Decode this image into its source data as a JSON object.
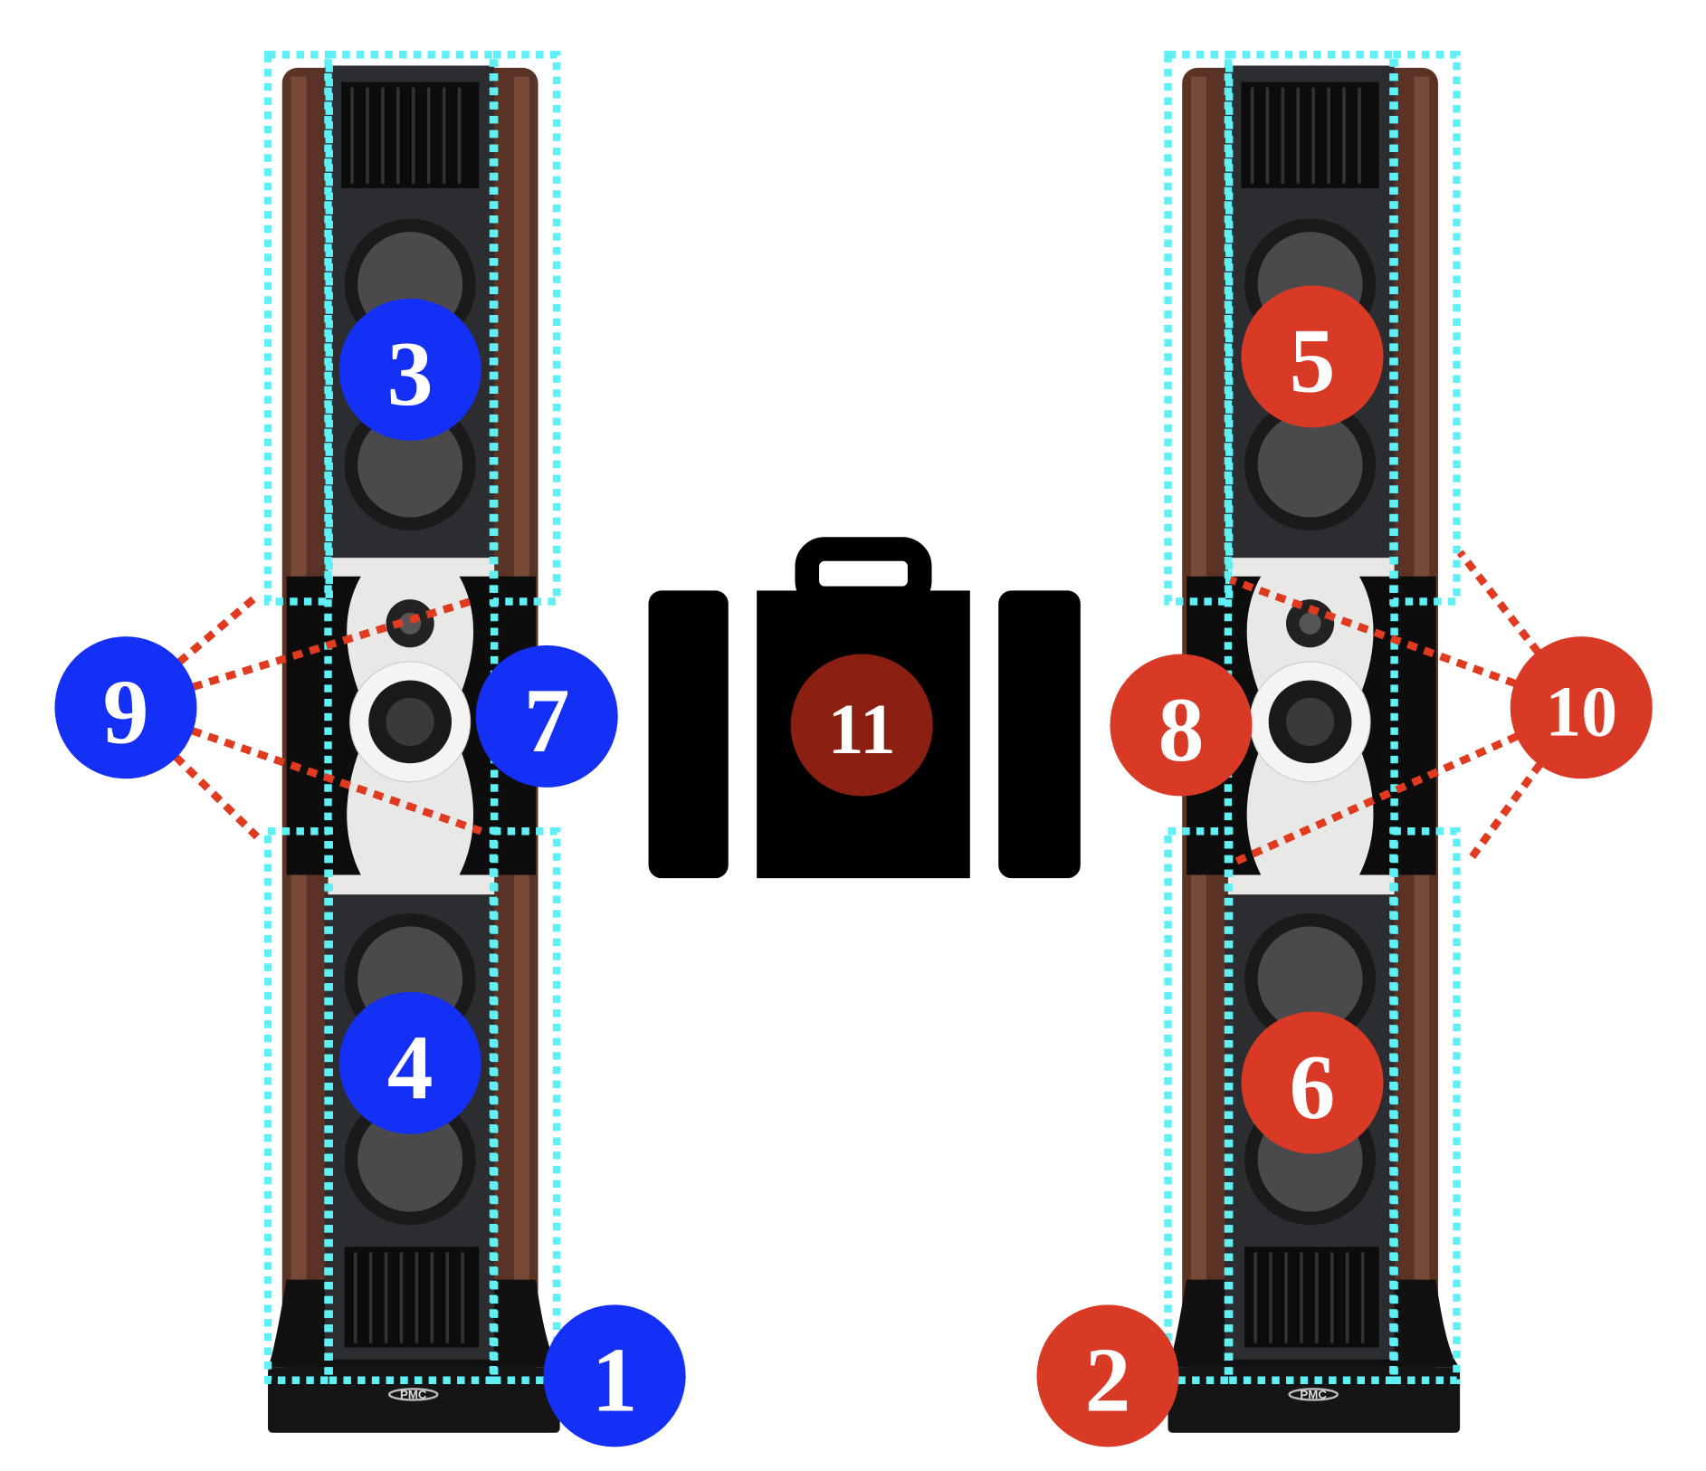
{
  "colors": {
    "blue_badge": "#1530f5",
    "red_badge": "#d93a25",
    "dark_red_badge": "#8b1f12",
    "cyan_box": "#5ff0f5",
    "red_dotted": "#e03a20",
    "wood": "#5a3326",
    "panel": "#2c2d30",
    "briefcase": "#000000"
  },
  "speakers": [
    {
      "side": "left",
      "brand": "PMC"
    },
    {
      "side": "right",
      "brand": "PMC"
    }
  ],
  "badges": [
    {
      "label": "1",
      "color": "blue"
    },
    {
      "label": "2",
      "color": "red"
    },
    {
      "label": "3",
      "color": "blue"
    },
    {
      "label": "4",
      "color": "blue"
    },
    {
      "label": "5",
      "color": "red"
    },
    {
      "label": "6",
      "color": "red"
    },
    {
      "label": "7",
      "color": "blue"
    },
    {
      "label": "8",
      "color": "red"
    },
    {
      "label": "9",
      "color": "blue"
    },
    {
      "label": "10",
      "color": "red"
    },
    {
      "label": "11",
      "color": "dark-red"
    }
  ],
  "icons": {
    "center": "briefcase-icon"
  }
}
